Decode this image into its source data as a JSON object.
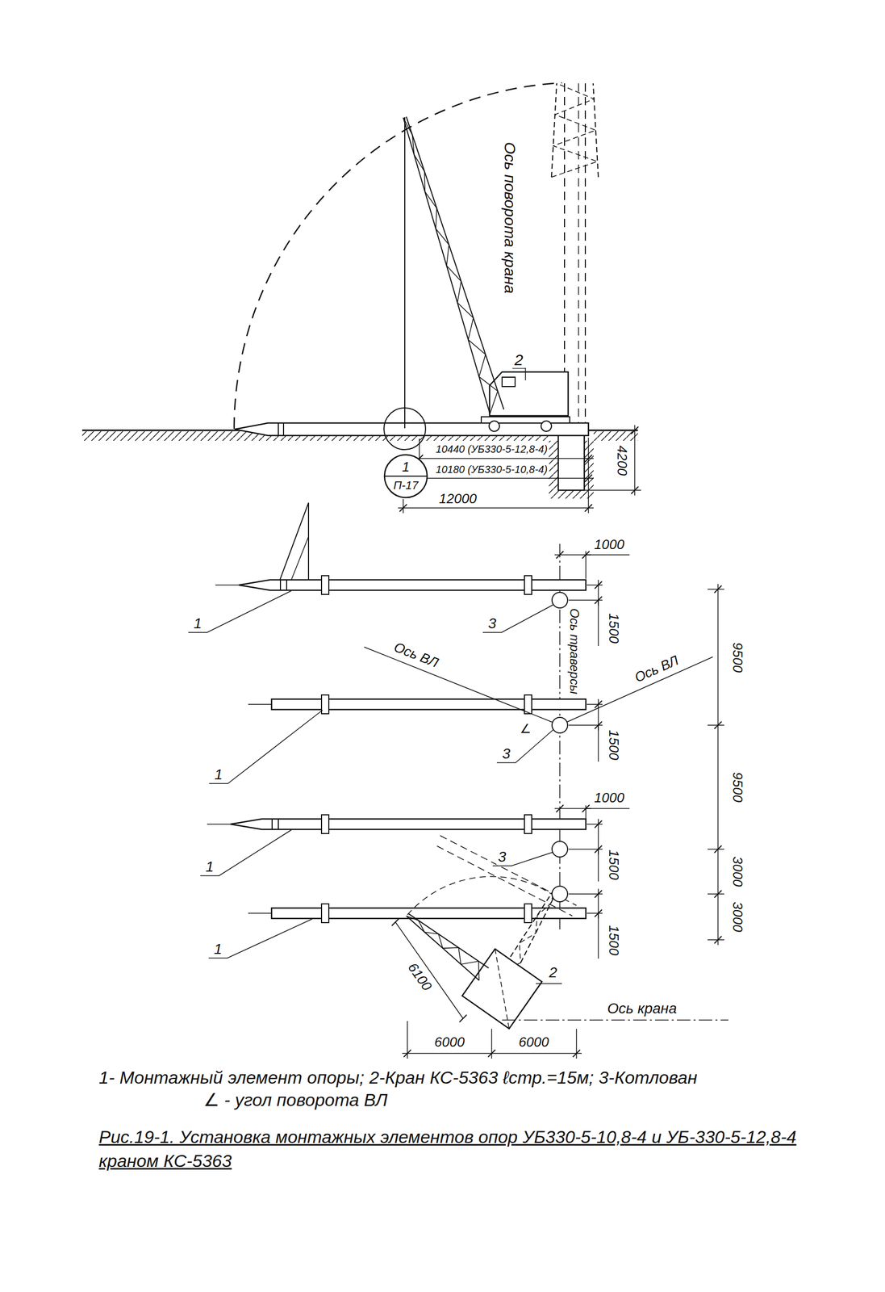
{
  "diagram": {
    "caption": "Рис.19-1. Установка монтажных элементов опор УБ330-5-10,8-4 и УБ-330-5-12,8-4 краном КС-5363",
    "nodes": [
      {
        "text": [
          "1",
          "П-17"
        ]
      }
    ],
    "labels": [
      "Ось поворота крана",
      "2",
      "10440 (УБ330-5-12,8-4)",
      "10180 (УБ330-5-10,8-4)",
      "12000",
      "4200",
      "1000",
      "1",
      "3",
      "1500",
      "9500",
      "Ось траверсы",
      "Ось ВЛ",
      "Ось ВЛ",
      "∠",
      "1",
      "3",
      "1500",
      "9500",
      "1000",
      "1",
      "3",
      "1500",
      "3000",
      "1",
      "1500",
      "3000",
      "2",
      "6100",
      "Ось крана",
      "6000",
      "6000",
      "1- Монтажный элемент опоры; 2-Кран КС-5363 ℓстр.=15м; 3-Котлован",
      "∠ - угол поворота ВЛ"
    ]
  }
}
